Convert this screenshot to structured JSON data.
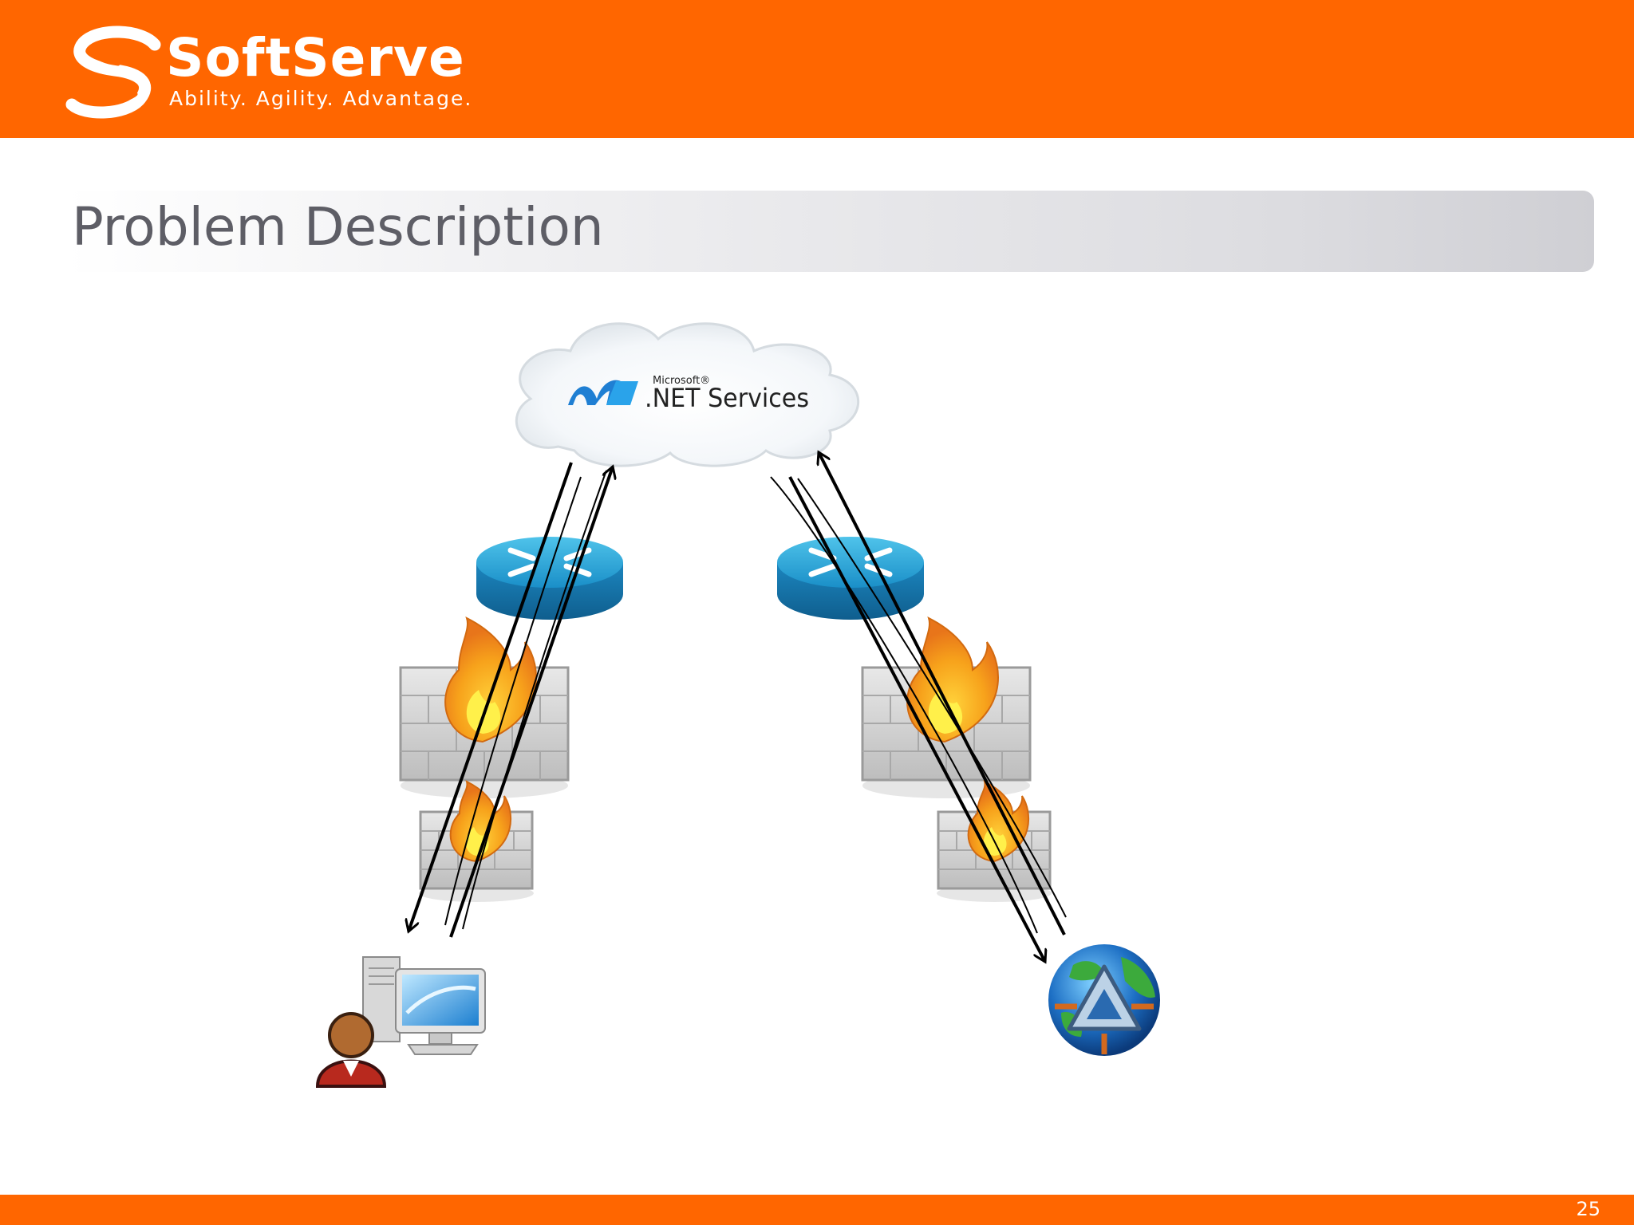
{
  "brand": {
    "name": "SoftServe",
    "tagline": "Ability. Agility. Advantage.",
    "color": "#ff6600"
  },
  "slide": {
    "title": "Problem Description",
    "page_number": "25"
  },
  "diagram": {
    "cloud": {
      "brand_small": "Microsoft®",
      "label": ".NET Services",
      "icon": "dotnet-logo-icon"
    },
    "left_column": {
      "icons": [
        "router-icon",
        "firewall-icon",
        "firewall-icon",
        "user-computer-icon"
      ]
    },
    "right_column": {
      "icons": [
        "router-icon",
        "firewall-icon",
        "firewall-icon",
        "globe-service-icon"
      ]
    }
  }
}
